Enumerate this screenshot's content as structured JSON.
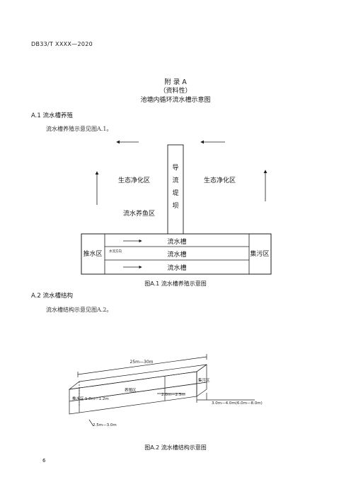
{
  "header": "DB33/T XXXX—2020",
  "appendix": {
    "title": "附  录  A",
    "subtitle": "（资料性）",
    "heading": "池塘内循环流水槽示意图"
  },
  "section_a1": {
    "title": "A.1 流水槽养殖",
    "paragraph": "流水槽养殖示意见图A.1。",
    "caption": "图A.1  流水槽养殖示意图",
    "figure": {
      "eco_left": "生态净化区",
      "eco_right": "生态净化区",
      "dam_chars": [
        "导",
        "流",
        "堤",
        "坝"
      ],
      "fish_zone": "流水养鱼区",
      "push_zone": "推水区",
      "collect_zone": "集污区",
      "tank1": "流水槽",
      "tank2": "流水槽",
      "tank3": "流水槽",
      "flow_note": "水流方向"
    }
  },
  "section_a2": {
    "title": "A.2 流水槽结构",
    "paragraph": "流水槽结构示意见图A.2。",
    "caption": "图A.2  流水槽结构示意图",
    "figure": {
      "length": "25m—30m",
      "collect": "集污区",
      "breed": "养殖区",
      "width_inner": "2.0m—2.5m",
      "depth": "1.8m—1.2m",
      "push_label": "推水区",
      "bottom": "2.5m—3.0m",
      "right_dim": "3.0m—4.0m(6.0m—8.0m)"
    }
  },
  "page_number": "6"
}
